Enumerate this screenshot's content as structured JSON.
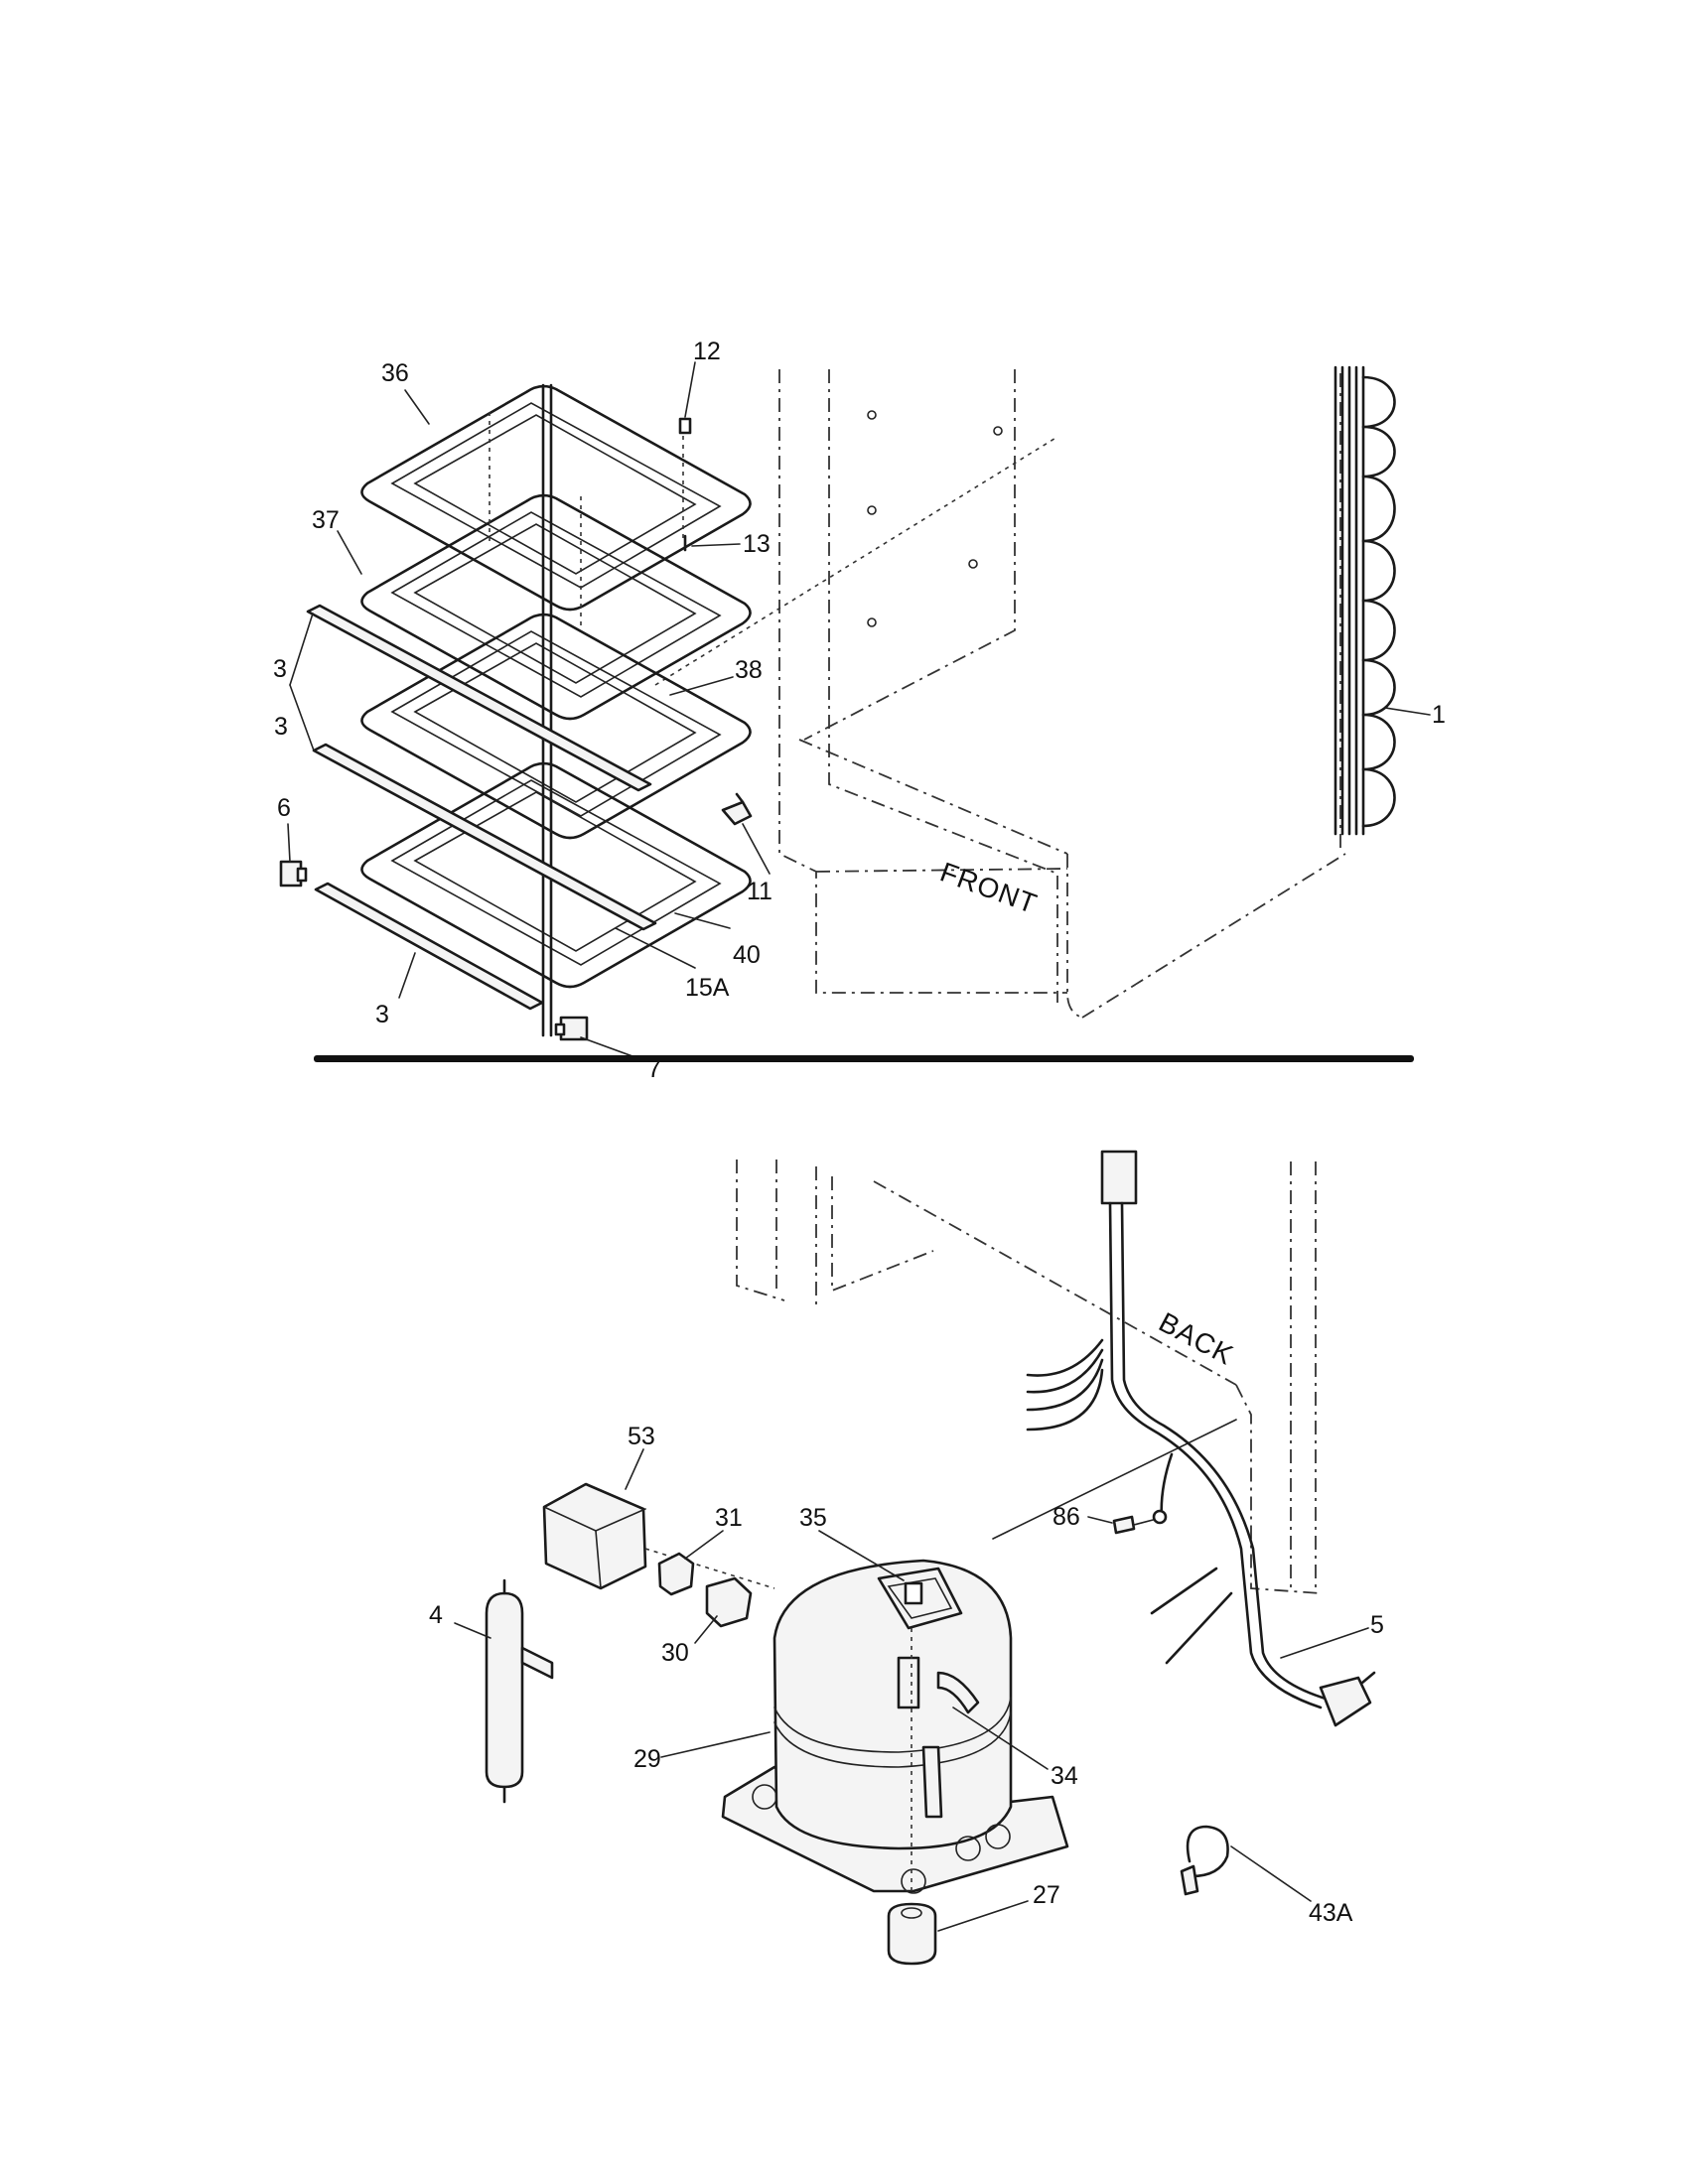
{
  "labels": {
    "front": "FRONT",
    "back": "BACK"
  },
  "callouts": {
    "p36": "36",
    "p12": "12",
    "p37": "37",
    "p13": "13",
    "p1": "1",
    "p3a": "3",
    "p38": "38",
    "p3b": "3",
    "p6": "6",
    "p11": "11",
    "p40": "40",
    "p15A": "15A",
    "p3c": "3",
    "p7": "7",
    "p53": "53",
    "p31": "31",
    "p35": "35",
    "p86": "86",
    "p4": "4",
    "p30": "30",
    "p5": "5",
    "p29": "29",
    "p34": "34",
    "p27": "27",
    "p43A": "43A"
  },
  "colors": {
    "ink": "#1a1a1a",
    "paper": "#ffffff"
  }
}
